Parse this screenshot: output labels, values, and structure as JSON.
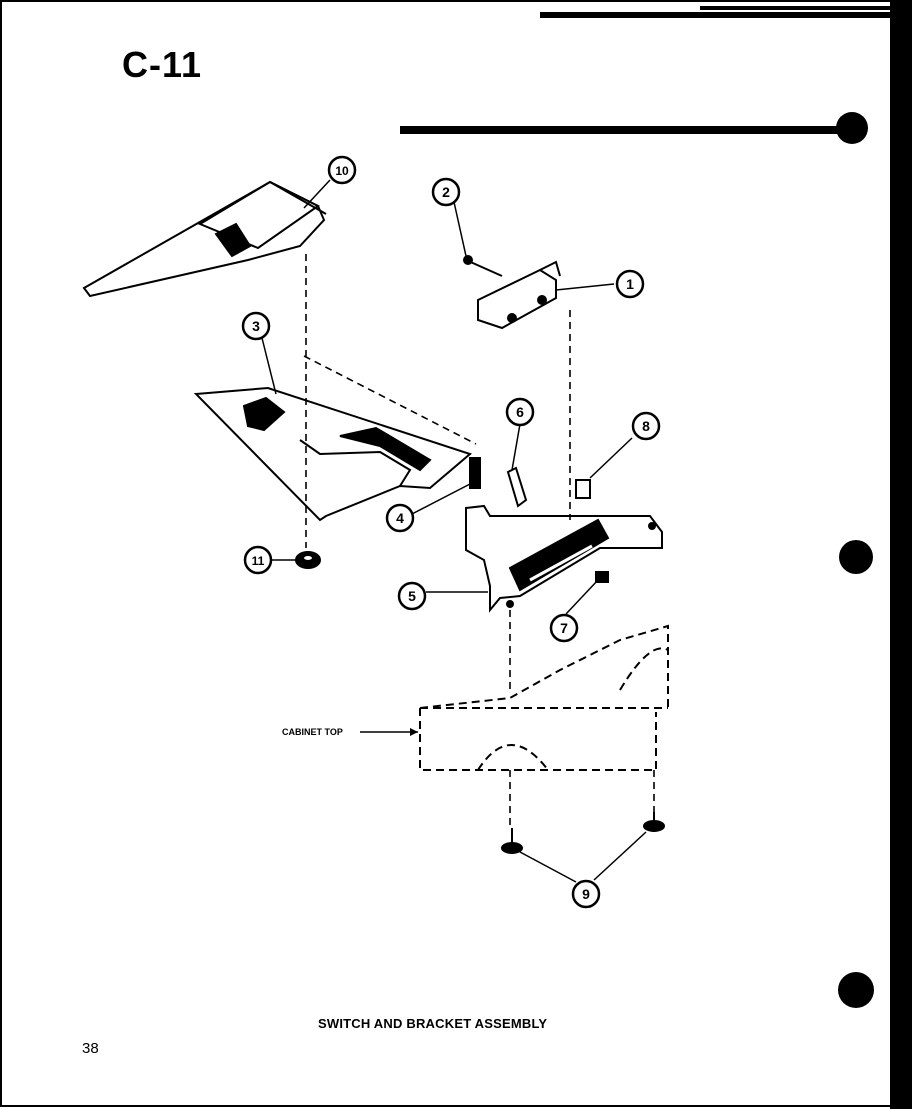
{
  "page": {
    "code": "C-11",
    "number": "38",
    "caption": "SWITCH AND BRACKET ASSEMBLY"
  },
  "labels": {
    "cabinet_top": "CABINET TOP"
  },
  "callouts": {
    "c1": "1",
    "c2": "2",
    "c3": "3",
    "c4": "4",
    "c5": "5",
    "c6": "6",
    "c7": "7",
    "c8": "8",
    "c9": "9",
    "c10": "10",
    "c11": "11"
  }
}
